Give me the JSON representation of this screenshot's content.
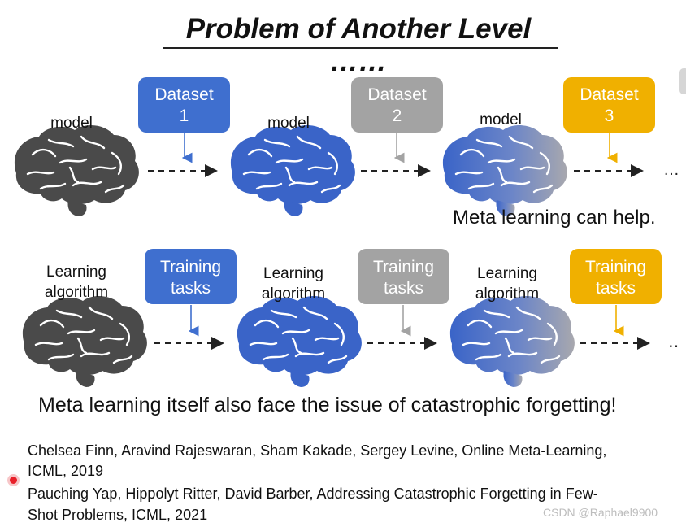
{
  "title": "Problem of Another Level ……",
  "row1": {
    "boxes": [
      {
        "line1": "Dataset",
        "line2": "1",
        "color": "#3f6fcf"
      },
      {
        "line1": "Dataset",
        "line2": "2",
        "color": "#a3a3a3"
      },
      {
        "line1": "Dataset",
        "line2": "3",
        "color": "#f0b000"
      }
    ],
    "labels": [
      "model",
      "model",
      "model"
    ],
    "ellipsis": "…",
    "statement": "Meta learning can help."
  },
  "row2": {
    "boxes": [
      {
        "line1": "Training",
        "line2": "tasks",
        "color": "#3f6fcf"
      },
      {
        "line1": "Training",
        "line2": "tasks",
        "color": "#a3a3a3"
      },
      {
        "line1": "Training",
        "line2": "tasks",
        "color": "#f0b000"
      }
    ],
    "labels": [
      {
        "line1": "Learning",
        "line2": "algorithm"
      },
      {
        "line1": "Learning",
        "line2": "algorithm"
      },
      {
        "line1": "Learning",
        "line2": "algorithm"
      }
    ],
    "ellipsis": "‥"
  },
  "statement2": "Meta learning itself also face the issue of catastrophic forgetting!",
  "references": [
    "Chelsea Finn, Aravind Rajeswaran, Sham Kakade, Sergey Levine, Online Meta-Learning,",
    "ICML, 2019",
    "Pauching Yap, Hippolyt Ritter, David Barber, Addressing Catastrophic Forgetting in Few-",
    "Shot Problems, ICML, 2021"
  ],
  "watermark": "CSDN @Raphael9900",
  "colors": {
    "blue": "#3f6fcf",
    "gray_box": "#a3a3a3",
    "orange": "#f0b000",
    "brain_gray": "#4a4a4a",
    "brain_blue": "#3a64c8",
    "arrow": "#222222"
  }
}
